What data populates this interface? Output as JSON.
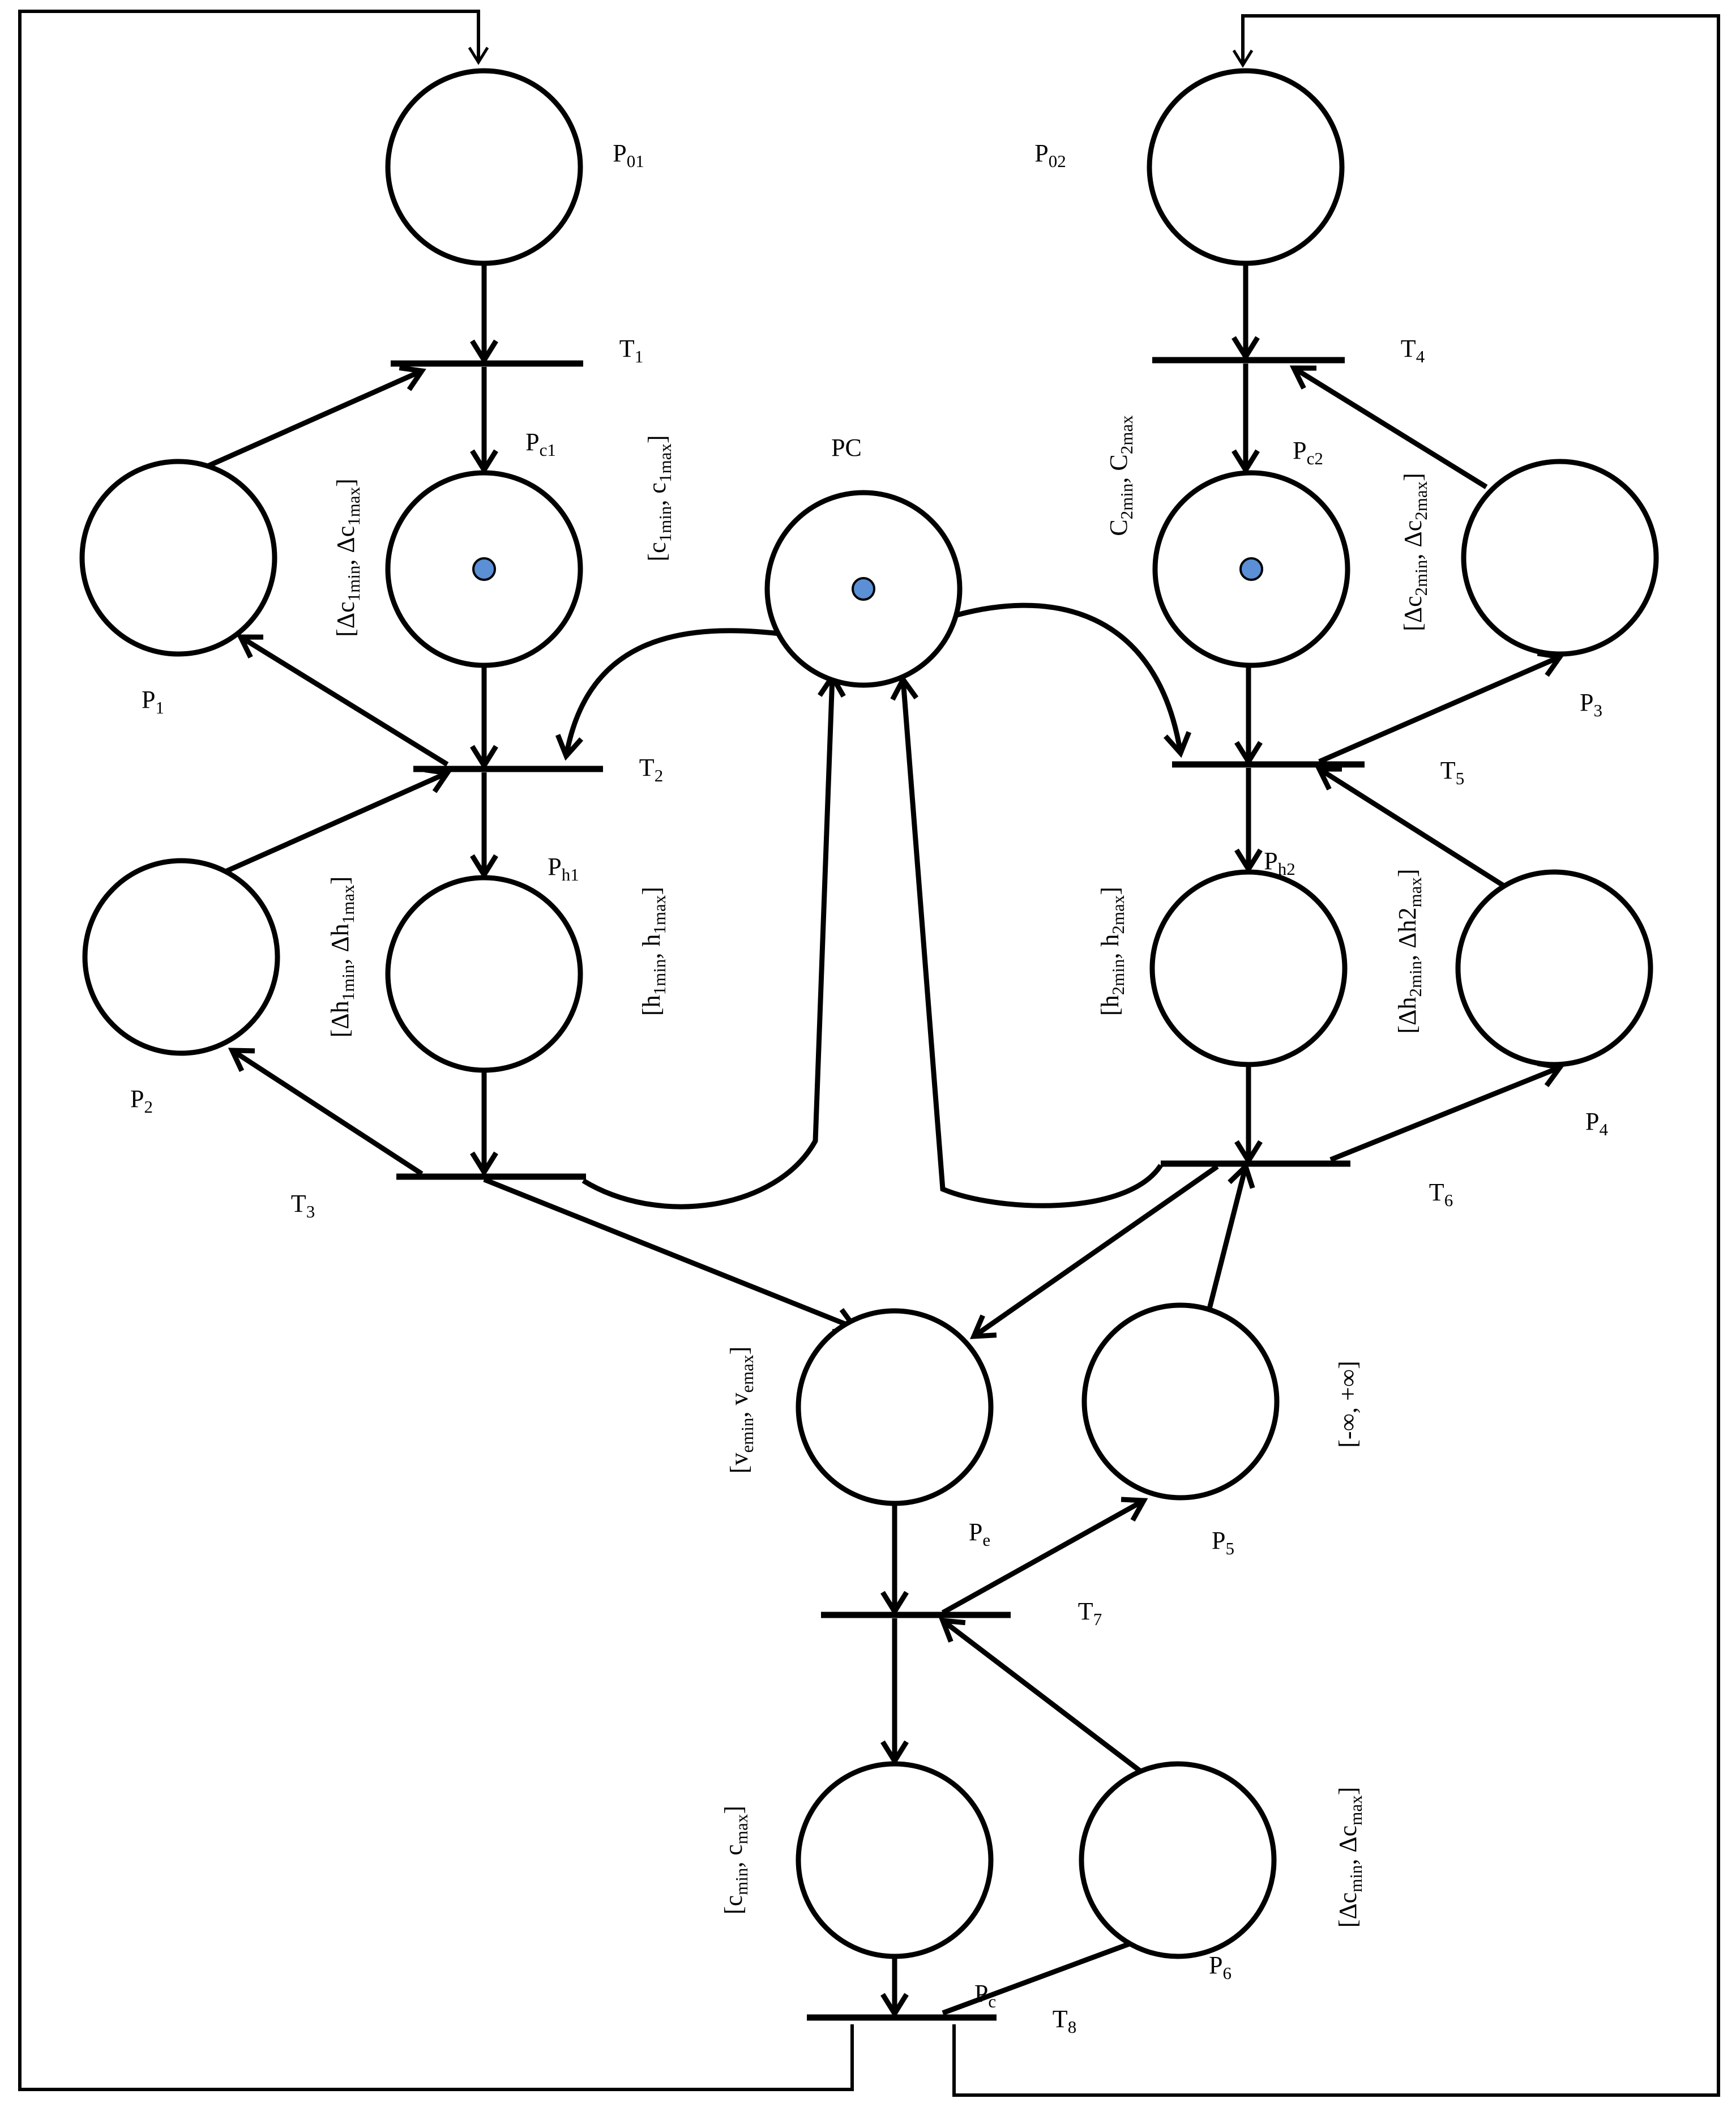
{
  "colors": {
    "token": "#5b8fd6",
    "stroke": "#000000",
    "background": "#ffffff"
  },
  "places": [
    {
      "id": "P01",
      "label": "P",
      "sub": "01",
      "tokens": 0
    },
    {
      "id": "P02",
      "label": "P",
      "sub": "02",
      "tokens": 0
    },
    {
      "id": "P1",
      "label": "P",
      "sub": "1",
      "tokens": 0
    },
    {
      "id": "Pc1",
      "label": "P",
      "sub": "c1",
      "tokens": 1
    },
    {
      "id": "PC",
      "label": "PC",
      "sub": "",
      "tokens": 1
    },
    {
      "id": "Pc2",
      "label": "P",
      "sub": "c2",
      "tokens": 1
    },
    {
      "id": "P3",
      "label": "P",
      "sub": "3",
      "tokens": 0
    },
    {
      "id": "P2",
      "label": "P",
      "sub": "2",
      "tokens": 0
    },
    {
      "id": "Ph1",
      "label": "P",
      "sub": "h1",
      "tokens": 0
    },
    {
      "id": "Ph2",
      "label": "P",
      "sub": "h2",
      "tokens": 0
    },
    {
      "id": "P4",
      "label": "P",
      "sub": "4",
      "tokens": 0
    },
    {
      "id": "Pe",
      "label": "P",
      "sub": "e",
      "tokens": 0
    },
    {
      "id": "P5",
      "label": "P",
      "sub": "5",
      "tokens": 0
    },
    {
      "id": "Pc",
      "label": "P",
      "sub": "c",
      "tokens": 0
    },
    {
      "id": "P6",
      "label": "P",
      "sub": "6",
      "tokens": 0
    }
  ],
  "transitions": [
    {
      "id": "T1",
      "label": "T",
      "sub": "1"
    },
    {
      "id": "T2",
      "label": "T",
      "sub": "2"
    },
    {
      "id": "T3",
      "label": "T",
      "sub": "3"
    },
    {
      "id": "T4",
      "label": "T",
      "sub": "4"
    },
    {
      "id": "T5",
      "label": "T",
      "sub": "5"
    },
    {
      "id": "T6",
      "label": "T",
      "sub": "6"
    },
    {
      "id": "T7",
      "label": "T",
      "sub": "7"
    },
    {
      "id": "T8",
      "label": "T",
      "sub": "8"
    }
  ],
  "intervals": [
    {
      "id": "dc1",
      "parts": [
        [
          "[Δc",
          ""
        ],
        [
          "1min",
          "sub"
        ],
        [
          ", Δc",
          ""
        ],
        [
          "1max",
          "sub"
        ],
        [
          "]",
          ""
        ]
      ]
    },
    {
      "id": "c1",
      "parts": [
        [
          "[c",
          ""
        ],
        [
          "1min",
          "sub"
        ],
        [
          ", c",
          ""
        ],
        [
          "1max",
          "sub"
        ],
        [
          "]",
          ""
        ]
      ]
    },
    {
      "id": "C2",
      "parts": [
        [
          "C",
          ""
        ],
        [
          "2min",
          "sub"
        ],
        [
          ", C",
          ""
        ],
        [
          "2max",
          "sub"
        ]
      ]
    },
    {
      "id": "dc2",
      "parts": [
        [
          "[Δc",
          ""
        ],
        [
          "2min",
          "sub"
        ],
        [
          ", Δc",
          ""
        ],
        [
          "2max",
          "sub"
        ],
        [
          "]",
          ""
        ]
      ]
    },
    {
      "id": "dh1",
      "parts": [
        [
          "[Δh",
          ""
        ],
        [
          "1min",
          "sub"
        ],
        [
          ", Δh",
          ""
        ],
        [
          "1max",
          "sub"
        ],
        [
          "]",
          ""
        ]
      ]
    },
    {
      "id": "h1",
      "parts": [
        [
          "[h",
          ""
        ],
        [
          "1min",
          "sub"
        ],
        [
          ", h",
          ""
        ],
        [
          "1max",
          "sub"
        ],
        [
          "]",
          ""
        ]
      ]
    },
    {
      "id": "h2",
      "parts": [
        [
          "[h",
          ""
        ],
        [
          "2min",
          "sub"
        ],
        [
          ", h",
          ""
        ],
        [
          "2max",
          "sub"
        ],
        [
          "]",
          ""
        ]
      ]
    },
    {
      "id": "dh2",
      "parts": [
        [
          "[Δh",
          ""
        ],
        [
          "2min",
          "sub"
        ],
        [
          ", Δh2",
          ""
        ],
        [
          "max",
          "sub"
        ],
        [
          "]",
          ""
        ]
      ]
    },
    {
      "id": "ve",
      "parts": [
        [
          "[v",
          ""
        ],
        [
          "emin",
          "sub"
        ],
        [
          ", v",
          ""
        ],
        [
          "emax",
          "sub"
        ],
        [
          "]",
          ""
        ]
      ]
    },
    {
      "id": "inf",
      "parts": [
        [
          "[-∞, +∞]",
          ""
        ]
      ]
    },
    {
      "id": "c",
      "parts": [
        [
          "[c",
          ""
        ],
        [
          "min",
          "sub"
        ],
        [
          ", c",
          ""
        ],
        [
          "max",
          "sub"
        ],
        [
          "]",
          ""
        ]
      ]
    },
    {
      "id": "dc",
      "parts": [
        [
          "[Δc",
          ""
        ],
        [
          "min",
          "sub"
        ],
        [
          ", Δc",
          ""
        ],
        [
          "max",
          "sub"
        ],
        [
          "]",
          ""
        ]
      ]
    }
  ]
}
